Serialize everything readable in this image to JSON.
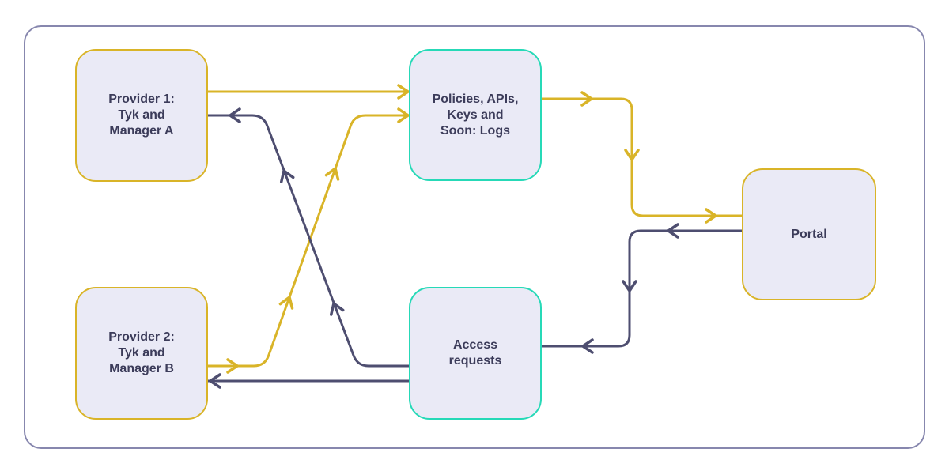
{
  "diagram": {
    "nodes": {
      "provider1": {
        "label": "Provider 1:\nTyk and\nManager A",
        "border_color": "#D9B428"
      },
      "provider2": {
        "label": "Provider 2:\nTyk and\nManager B",
        "border_color": "#D9B428"
      },
      "policies": {
        "label": "Policies, APIs,\nKeys and\nSoon: Logs",
        "border_color": "#26D9B7"
      },
      "access_requests": {
        "label": "Access\nrequests",
        "border_color": "#26D9B7"
      },
      "portal": {
        "label": "Portal",
        "border_color": "#D9B428"
      }
    },
    "edges": [
      {
        "from": "provider1",
        "to": "policies",
        "color": "#D9B428"
      },
      {
        "from": "provider2",
        "to": "policies",
        "color": "#D9B428"
      },
      {
        "from": "policies",
        "to": "portal",
        "color": "#D9B428"
      },
      {
        "from": "portal",
        "to": "access_requests",
        "color": "#4E4E70"
      },
      {
        "from": "access_requests",
        "to": "provider1",
        "color": "#4E4E70"
      },
      {
        "from": "access_requests",
        "to": "provider2",
        "color": "#4E4E70"
      }
    ],
    "colors": {
      "yellow": "#D9B428",
      "dark": "#4E4E70",
      "teal": "#26D9B7",
      "node_fill": "#EAEAF6",
      "frame_border": "#8787AE",
      "text": "#3C3C5A",
      "background": "#FFFFFF"
    }
  }
}
